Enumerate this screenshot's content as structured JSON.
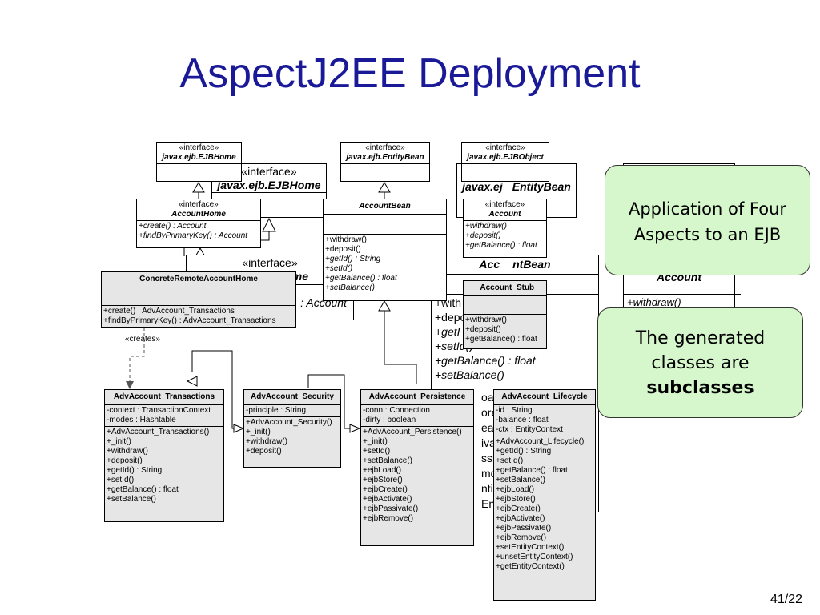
{
  "slide": {
    "title": "AspectJ2EE Deployment",
    "page_number": "41/22"
  },
  "callouts": {
    "aspects": "Application of Four Aspects to an EJB",
    "generated_line1": "The generated",
    "generated_line2": "classes are",
    "generated_bold": "subclasses"
  },
  "classes": {
    "ejbhome_small": {
      "stereo": "«interface»",
      "name": "javax.ejb.EJBHome"
    },
    "entitybean_small": {
      "stereo": "«interface»",
      "name": "javax.ejb.EntityBean"
    },
    "ejbobject_small": {
      "stereo": "«interface»",
      "name": "javax.ejb.EJBObject"
    },
    "ejbhome_big": {
      "stereo": "«interface»",
      "name": "javax.ejb.EJBHome"
    },
    "entitybean_big": {
      "name": "javax.ejb.EntityBean",
      "name_visible": "javax.ej",
      "name_tail": "EntityBean"
    },
    "accounthome": {
      "stereo": "«interface»",
      "name": "AccountHome",
      "ops": [
        "+create() : Account",
        "+findByPrimaryKey() : Account"
      ]
    },
    "accountbean": {
      "name": "AccountBean",
      "ops": [
        "+withdraw()",
        "+deposit()",
        "+getId() : String",
        "+setId()",
        "+getBalance() : float",
        "+setBalance()"
      ]
    },
    "account": {
      "stereo": "«interface»",
      "name": "Account",
      "ops": [
        "+withdraw()",
        "+deposit()",
        "+getBalance() : float"
      ]
    },
    "accounthome_big": {
      "stereo": "«interface»",
      "name_tail": "me",
      "op_tail": ": Account"
    },
    "accountbean_big": {
      "name_prefix": "Acc",
      "name_tail": "ntBean",
      "ops": [
        "+with",
        "+depo",
        "+getI",
        "+setId()",
        "+getBalance() : float",
        "+setBalance()"
      ],
      "fragments": [
        "oad()",
        "ore()",
        "eat",
        "ivat",
        "ssiv",
        "mov",
        "ntityC",
        "Entit"
      ]
    },
    "account_big": {
      "name": "Account",
      "ops": [
        "+withdraw()"
      ]
    },
    "concrete_home": {
      "name": "ConcreteRemoteAccountHome",
      "ops": [
        "+create() : AdvAccount_Transactions",
        "+findByPrimaryKey() : AdvAccount_Transactions"
      ]
    },
    "account_stub": {
      "name": "_Account_Stub",
      "ops": [
        "+withdraw()",
        "+deposit()",
        "+getBalance() : float"
      ]
    },
    "transactions": {
      "name": "AdvAccount_Transactions",
      "attrs": [
        "-context : TransactionContext",
        "-modes : Hashtable"
      ],
      "ops": [
        "+AdvAccount_Transactions()",
        "+_init()",
        "+withdraw()",
        "+deposit()",
        "+getId() : String",
        "+setId()",
        "+getBalance() : float",
        "+setBalance()"
      ]
    },
    "security": {
      "name": "AdvAccount_Security",
      "attrs": [
        "-principle : String"
      ],
      "ops": [
        "+AdvAccount_Security()",
        "+_init()",
        "+withdraw()",
        "+deposit()"
      ]
    },
    "persistence": {
      "name": "AdvAccount_Persistence",
      "attrs": [
        "-conn : Connection",
        "-dirty : boolean"
      ],
      "ops": [
        "+AdvAccount_Persistence()",
        "+_init()",
        "+setId()",
        "+setBalance()",
        "+ejbLoad()",
        "+ejbStore()",
        "+ejbCreate()",
        "+ejbActivate()",
        "+ejbPassivate()",
        "+ejbRemove()"
      ]
    },
    "lifecycle": {
      "name": "AdvAccount_Lifecycle",
      "attrs": [
        "-id : String",
        "-balance : float",
        "-ctx : EntityContext"
      ],
      "ops": [
        "+AdvAccount_Lifecycle()",
        "+getId() : String",
        "+setId()",
        "+getBalance() : float",
        "+setBalance()",
        "+ejbLoad()",
        "+ejbStore()",
        "+ejbCreate()",
        "+ejbActivate()",
        "+ejbPassivate()",
        "+ejbRemove()",
        "+setEntityContext()",
        "+unsetEntityContext()",
        "+getEntityContext()"
      ]
    }
  },
  "labels": {
    "creates": "«creates»"
  },
  "colors": {
    "title": "#1a1a99",
    "callout_fill": "#d6f7cc",
    "class_gray": "#e6e6e6",
    "cross_red": "#e02020"
  }
}
